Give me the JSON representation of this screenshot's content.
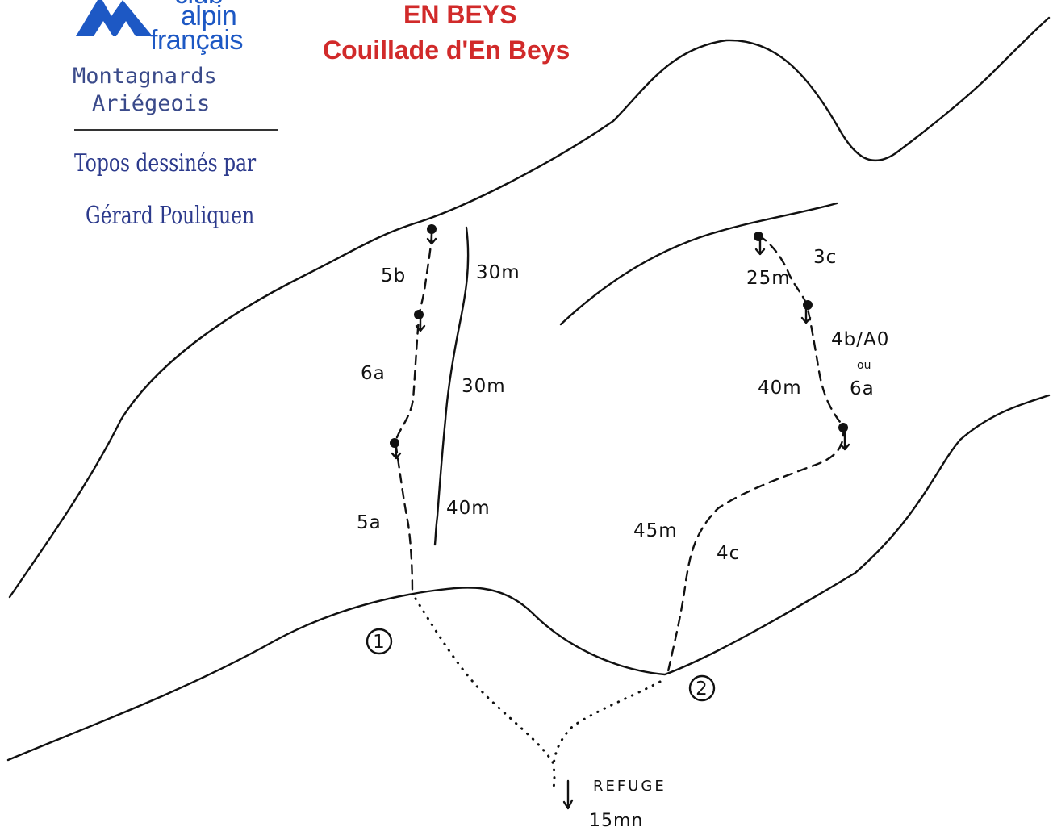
{
  "logo": {
    "word_top": "club",
    "word_mid": "alpin",
    "word_bottom": "français",
    "section_line1": "Montagnards",
    "section_line2": "Ariégeois",
    "credit_line1": "Topos dessinés par",
    "credit_line2": "Gérard Pouliquen",
    "color": "#1d58c4"
  },
  "header": {
    "title": "EN BEYS",
    "subtitle": "Couillade d'En Beys",
    "color": "#d12a2a"
  },
  "route_left": {
    "grades": [
      "5b",
      "6a",
      "5a"
    ],
    "lengths": [
      "30m",
      "30m",
      "40m"
    ],
    "start_marker": "1"
  },
  "route_right": {
    "grades": [
      "3c",
      "4b/A0",
      "ou",
      "6a",
      "4c"
    ],
    "lengths": [
      "25m",
      "40m",
      "45m"
    ],
    "start_marker": "2"
  },
  "approach": {
    "label": "REFUGE",
    "time": "15mn"
  }
}
